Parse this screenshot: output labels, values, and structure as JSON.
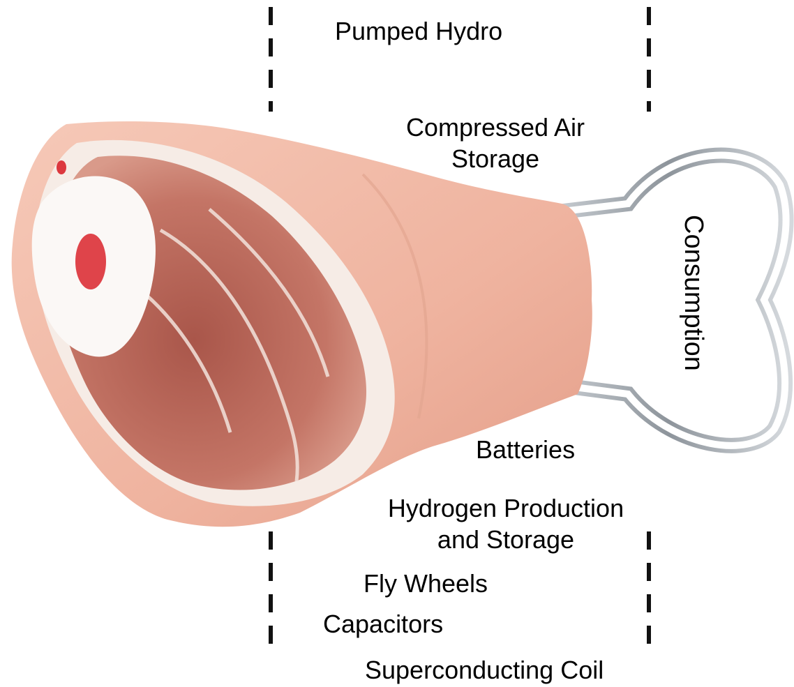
{
  "labels": {
    "pumped_hydro": "Pumped Hydro",
    "compressed_air_line1": "Compressed Air",
    "compressed_air_line2": "Storage",
    "consumption": "Consumption",
    "batteries": "Batteries",
    "hydrogen_line1": "Hydrogen Production",
    "hydrogen_line2": "and Storage",
    "fly_wheels": "Fly Wheels",
    "capacitors": "Capacitors",
    "superconducting_coil": "Superconducting Coil"
  },
  "colors": {
    "meat_dark": "#b56457",
    "meat_mid": "#cf8a7b",
    "fat": "#f6f0ec",
    "skin": "#f0b7a3",
    "bone_clip": "#9aa0a6",
    "marrow_red": "#d9252b",
    "dash": "#111111"
  },
  "icons": {
    "main_image": "pork-ham-hock-photo",
    "clip": "metal-bone-clip"
  }
}
